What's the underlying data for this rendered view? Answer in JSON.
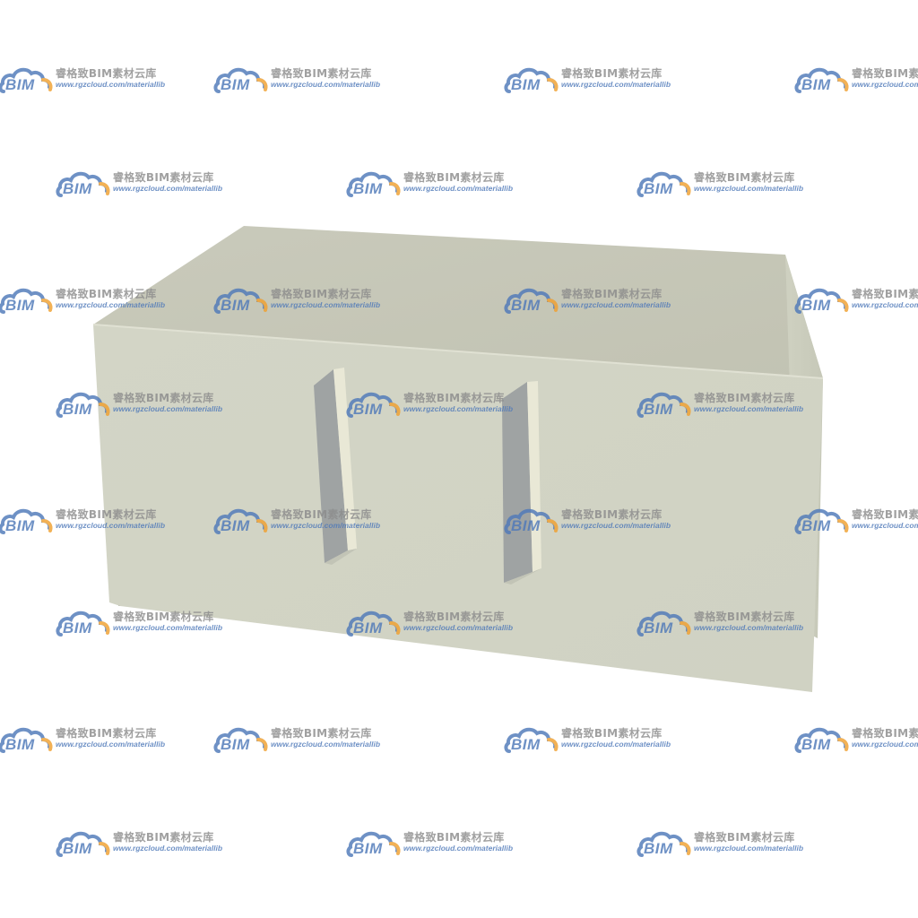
{
  "scene": {
    "description_colors": {
      "background": "#ffffff",
      "box_top": "#c8c9b9",
      "box_front": "#d2d4c5",
      "box_side": "#cbcdbd",
      "handle_shadow": "#9fa3a3",
      "handle_highlight": "#e9e8d6"
    }
  },
  "watermark": {
    "brand_cn": "睿格致BIM素材云库",
    "url": "www.rgzcloud.com/materiallib",
    "logo_text": "BIM",
    "logo_color": "#4f79b9",
    "accent_color": "#f0a030"
  }
}
